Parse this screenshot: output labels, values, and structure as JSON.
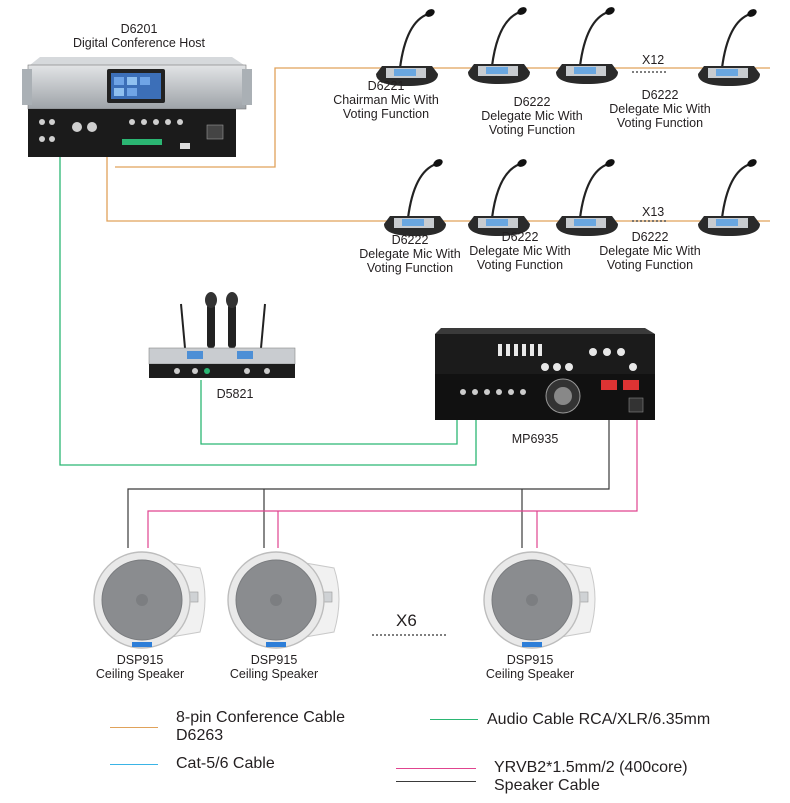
{
  "colors": {
    "conference_cable": "#e0a25a",
    "audio_cable": "#2bb673",
    "cat_cable": "#3ab4e6",
    "speaker_pink": "#e0448f",
    "speaker_black": "#3a3a3a",
    "device_dark": "#1b1b1b",
    "device_silver": "#b8bcc0"
  },
  "host": {
    "model": "D6201",
    "name": "Digital Conference Host"
  },
  "mic_row1": [
    {
      "model": "D6221",
      "line1": "Chairman Mic With",
      "line2": "Voting Function"
    },
    {
      "model": "D6222",
      "line1": "Delegate Mic With",
      "line2": "Voting Function"
    },
    {
      "model": "D6222",
      "line1": "Delegate Mic With",
      "line2": "Voting Function"
    }
  ],
  "mic_row1_count": "X12",
  "mic_row2": [
    {
      "model": "D6222",
      "line1": "Delegate Mic With",
      "line2": "Voting Function"
    },
    {
      "model": "D6222",
      "line1": "Delegate Mic With",
      "line2": "Voting Function"
    },
    {
      "model": "D6222",
      "line1": "Delegate Mic With",
      "line2": "Voting Function"
    }
  ],
  "mic_row2_count": "X13",
  "wireless": {
    "model": "D5821"
  },
  "amplifier": {
    "model": "MP6935"
  },
  "speakers": [
    {
      "model": "DSP915",
      "name": "Ceiling Speaker"
    },
    {
      "model": "DSP915",
      "name": "Ceiling Speaker"
    },
    {
      "model": "DSP915",
      "name": "Ceiling Speaker"
    }
  ],
  "speaker_count": "X6",
  "legend": {
    "conference_line1": "8-pin Conference Cable",
    "conference_line2": "D6263",
    "cat": "Cat-5/6 Cable",
    "audio": "Audio Cable RCA/XLR/6.35mm",
    "speaker_line1": "YRVB2*1.5mm/2 (400core)",
    "speaker_line2": "Speaker Cable"
  },
  "icons": [
    "conference-host-icon",
    "gooseneck-mic-icon",
    "wireless-receiver-icon",
    "handheld-mic-icon",
    "amplifier-icon",
    "ceiling-speaker-icon"
  ]
}
